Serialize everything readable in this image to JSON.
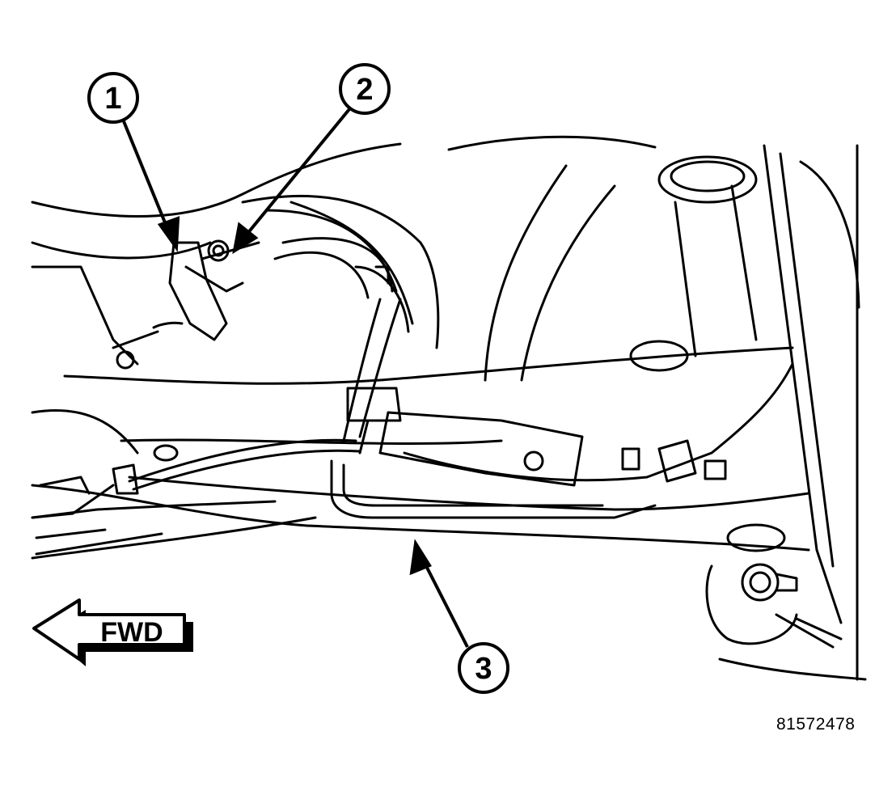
{
  "callouts": [
    {
      "label": "1"
    },
    {
      "label": "2"
    },
    {
      "label": "3"
    }
  ],
  "direction_indicator": {
    "label": "FWD"
  },
  "figure_id": "81572478",
  "colors": {
    "line": "#000000",
    "background": "#ffffff"
  }
}
